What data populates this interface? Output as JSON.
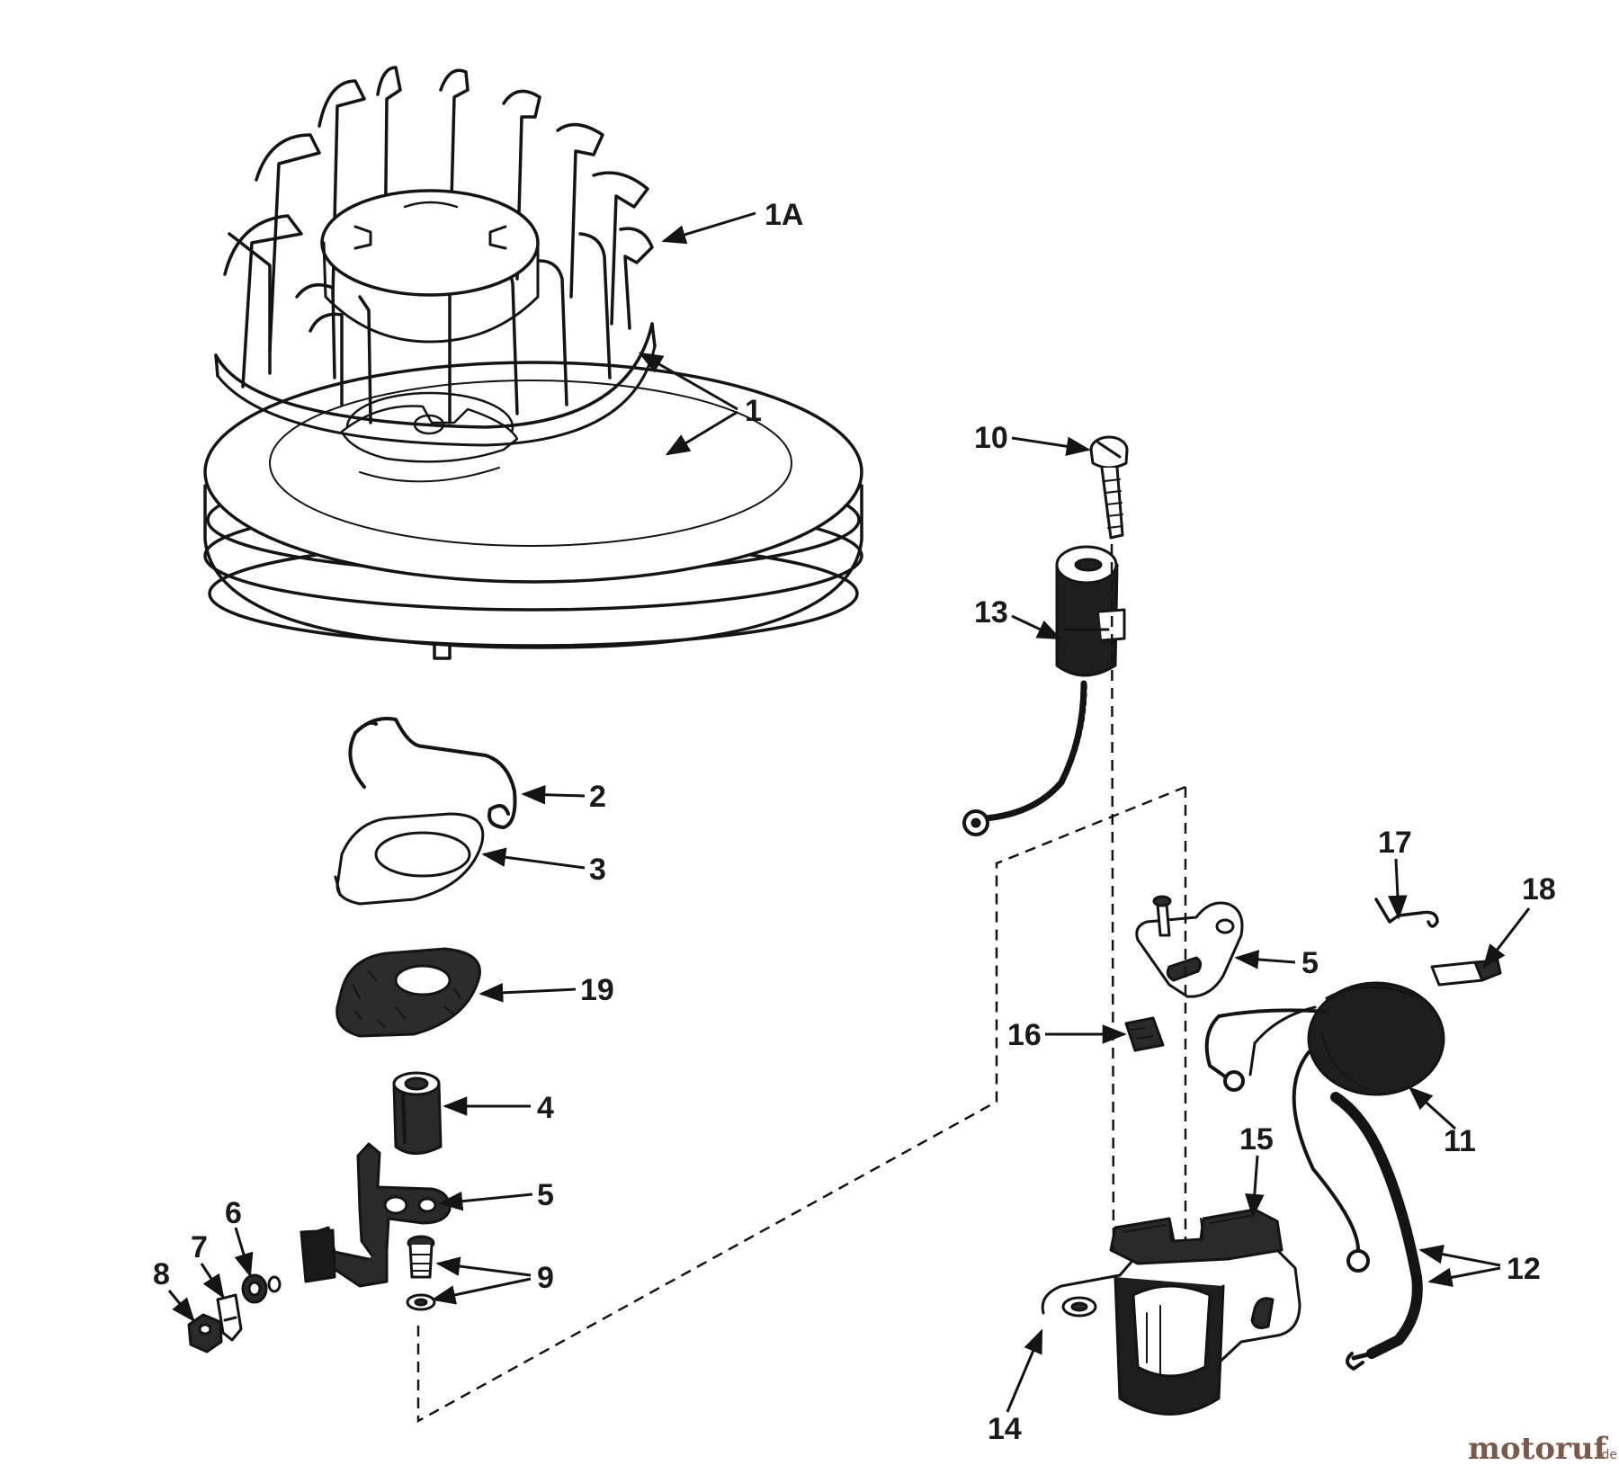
{
  "callouts": {
    "c1a": "1A",
    "c1": "1",
    "c2": "2",
    "c3": "3",
    "c19": "19",
    "c4": "4",
    "c5a": "5",
    "c5b": "5",
    "c6": "6",
    "c7": "7",
    "c8": "8",
    "c9": "9",
    "c10": "10",
    "c11": "11",
    "c12": "12",
    "c13": "13",
    "c14": "14",
    "c15": "15",
    "c16": "16",
    "c17": "17",
    "c18": "18"
  },
  "watermark": {
    "brand": "motoruf",
    "tld": ".de"
  },
  "colors": {
    "ink": "#141414",
    "paper": "#ffffff",
    "watermark": "#7a5a4a"
  }
}
